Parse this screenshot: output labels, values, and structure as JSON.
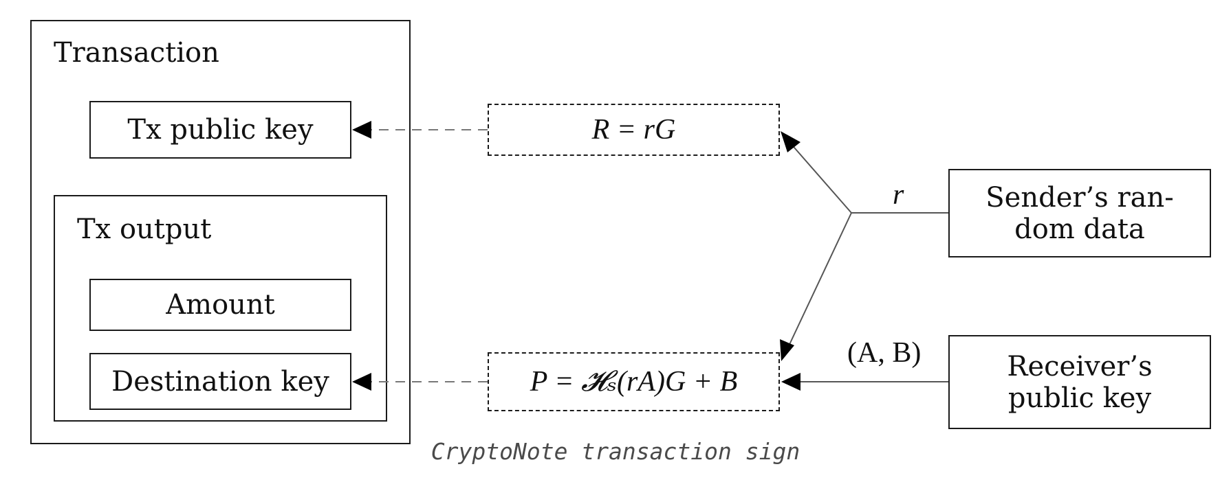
{
  "diagram": {
    "transaction": {
      "title": "Transaction"
    },
    "tx_public_key": {
      "label": "Tx public key"
    },
    "tx_output": {
      "title": "Tx output"
    },
    "amount": {
      "label": "Amount"
    },
    "destination_key": {
      "label": "Destination key"
    },
    "r_equation": {
      "text": "R = rG"
    },
    "p_equation": {
      "text": "P = 𝓗ₛ(rA)G + B"
    },
    "sender_random_data": {
      "line1": "Sender’s ran-",
      "line2": "dom data"
    },
    "receiver_public_key": {
      "line1": "Receiver’s",
      "line2": "public key"
    },
    "edge_r_label": "r",
    "edge_ab_label": "(A, B)"
  },
  "caption": "CryptoNote transaction sign",
  "colors": {
    "line": "#1a1a1a",
    "arrow_solid": "#555555",
    "arrow_dashed": "#777777",
    "caption": "#4a4a4a"
  }
}
